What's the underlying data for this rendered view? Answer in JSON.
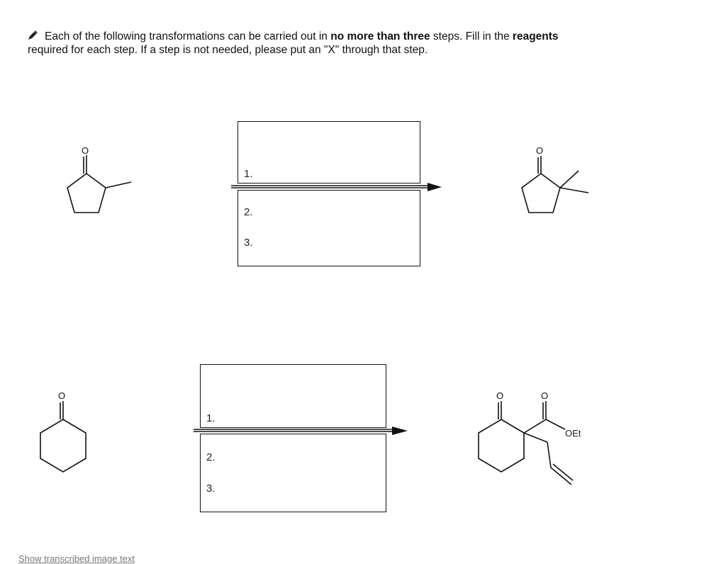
{
  "instructions": {
    "line1_a": "Each of the following transformations can be carried out in ",
    "line1_b": "no more than three",
    "line1_c": " steps.  Fill in the ",
    "line1_d": "reagents",
    "line2": "required for each step.  If a step is not needed, please put an \"X\" through that step.",
    "bullet_icon": "pen-icon"
  },
  "reactions": [
    {
      "steps": [
        "1.",
        "2.",
        "3."
      ]
    },
    {
      "steps": [
        "1.",
        "2.",
        "3."
      ],
      "product_label": "OEt"
    }
  ],
  "footer": {
    "link": "Show transcribed image text"
  }
}
